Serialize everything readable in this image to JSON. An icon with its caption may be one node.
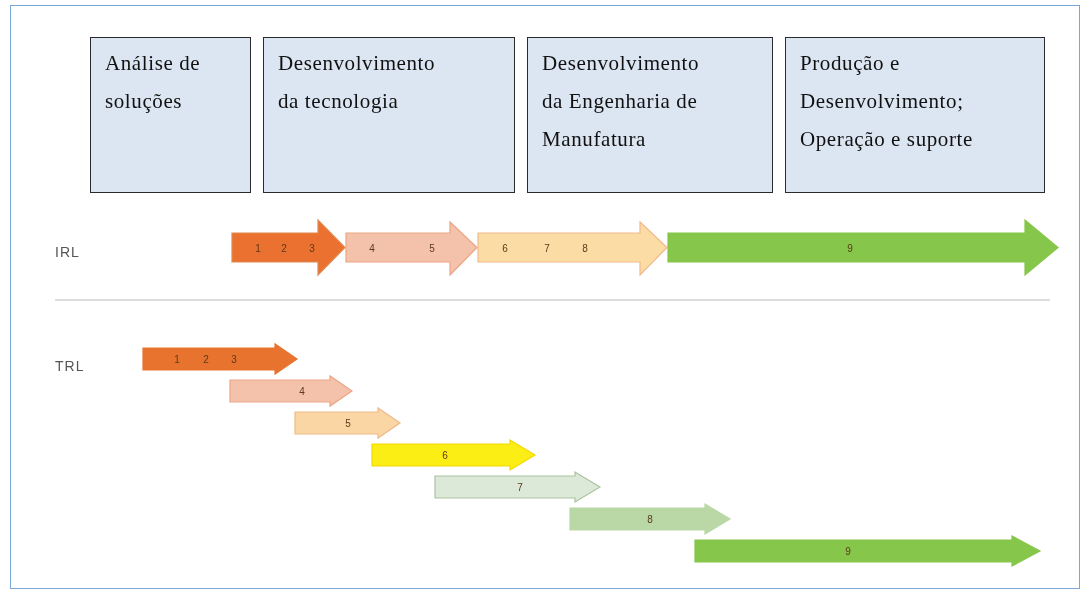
{
  "diagram": {
    "nodes": [
      {
        "text": [
          "Análise de soluções"
        ]
      },
      {
        "text": [
          "Desenvolvimento da tecnologia"
        ]
      },
      {
        "text": [
          "Desenvolvimento da Engenharia de Manufatura"
        ]
      },
      {
        "text": [
          "Produção e Desenvolvimento; Operação e suporte"
        ]
      },
      {
        "text": [
          "1",
          "2",
          "3"
        ]
      },
      {
        "text": [
          "4",
          "5"
        ]
      },
      {
        "text": [
          "6",
          "7",
          "8"
        ]
      },
      {
        "text": [
          "9"
        ]
      },
      {
        "text": [
          "1",
          "2",
          "3"
        ]
      },
      {
        "text": [
          "4"
        ]
      },
      {
        "text": [
          "5"
        ]
      },
      {
        "text": [
          "6"
        ]
      },
      {
        "text": [
          "7"
        ]
      },
      {
        "text": [
          "8"
        ]
      },
      {
        "text": [
          "9"
        ]
      }
    ],
    "labels": [
      "IRL",
      "TRL"
    ]
  }
}
